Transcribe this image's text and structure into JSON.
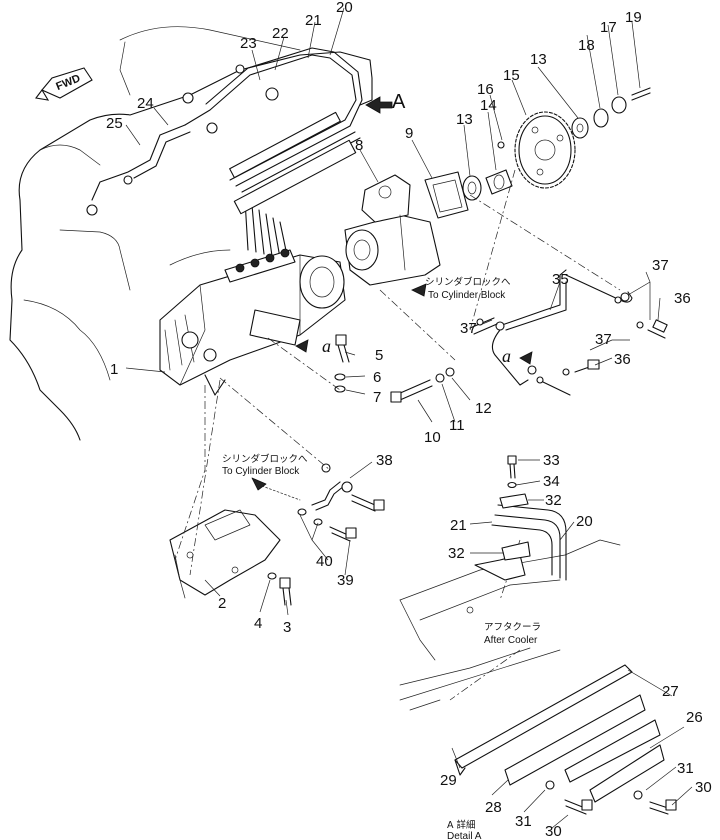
{
  "fwd_label": "FWD",
  "view_letter": "A",
  "detail_marker": "a",
  "notes": {
    "to_block_1_jp": "シリンダブロックへ",
    "to_block_1_en": "To Cylinder Block",
    "to_block_2_jp": "シリンダブロックへ",
    "to_block_2_en": "To Cylinder Block",
    "after_cooler_jp": "アフタクーラ",
    "after_cooler_en": "After Cooler",
    "detail_jp": "A 詳細",
    "detail_en": "Detail A"
  },
  "part_numbers": [
    "1",
    "2",
    "3",
    "4",
    "5",
    "6",
    "7",
    "8",
    "9",
    "10",
    "11",
    "12",
    "13",
    "13",
    "14",
    "15",
    "16",
    "17",
    "18",
    "19",
    "20",
    "20",
    "21",
    "21",
    "22",
    "23",
    "24",
    "25",
    "26",
    "27",
    "28",
    "29",
    "30",
    "30",
    "31",
    "31",
    "32",
    "32",
    "33",
    "34",
    "35",
    "36",
    "36",
    "37",
    "37",
    "37",
    "38",
    "39",
    "40"
  ]
}
